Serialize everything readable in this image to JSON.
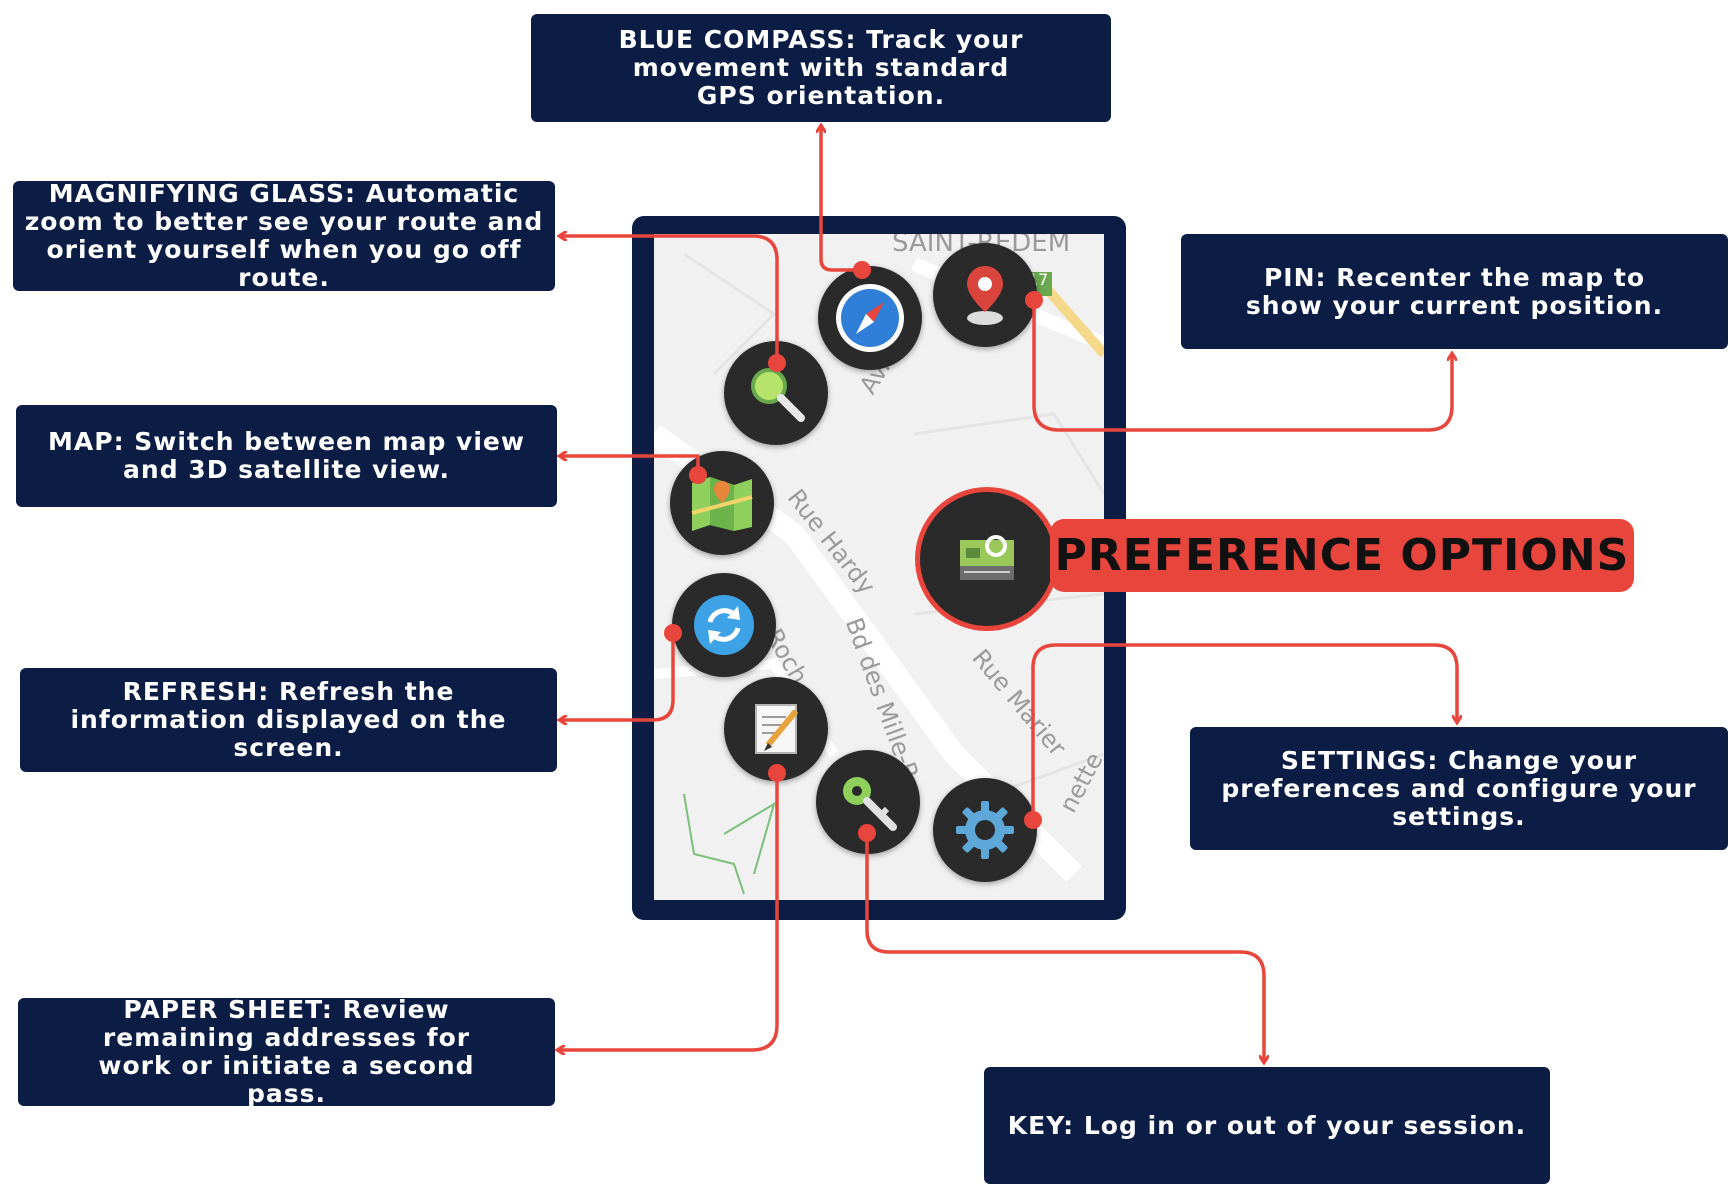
{
  "callouts": {
    "blue_compass": "BLUE COMPASS: Track your movement with standard GPS orientation.",
    "magnifying_glass": "MAGNIFYING GLASS: Automatic zoom to better see your route and orient yourself when you go off route.",
    "pin": "PIN: Recenter the map to show your current position.",
    "map": "MAP: Switch between map view and 3D satellite view.",
    "refresh": "REFRESH: Refresh the information displayed on the screen.",
    "settings": "SETTINGS: Change your preferences and configure your settings.",
    "paper_sheet": "PAPER SHEET: Review remaining addresses for work or initiate a second pass.",
    "key": "KEY: Log in or out of your session."
  },
  "preference_options_label": "PREFERENCE OPTIONS",
  "map": {
    "street_labels": [
      "SAINT-REDEM",
      "Av. 36 O",
      "Rue Hardy",
      "Bd des Mille-R",
      "Rue Marier",
      "nette",
      "Roch",
      "17"
    ]
  },
  "colors": {
    "callout_background": "#0b1d44",
    "connector": "#e8463c",
    "preference_highlight": "#e8463c",
    "map_background": "#f1f1f1"
  },
  "icons": [
    "compass-icon",
    "location-pin-icon",
    "magnifying-glass-icon",
    "folded-map-icon",
    "refresh-icon",
    "paper-sheet-icon",
    "key-icon",
    "gear-icon",
    "preference-icon"
  ]
}
